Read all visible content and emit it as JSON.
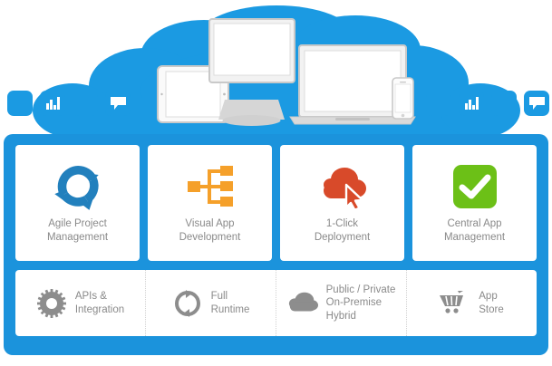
{
  "palette": {
    "panel_blue": "#1b93dc",
    "chip_blue": "#1b9ae2",
    "cloud_blue": "#1b9ae2",
    "device_gray": "#c9c9c9",
    "agile_blue": "#2280bd",
    "tree_orange": "#f5a02a",
    "cloud_red": "#d84a2a",
    "check_green": "#6cc017",
    "label_gray": "#8a8a8a",
    "secondary_icon_gray": "#8d8d8d"
  },
  "hero": {
    "cloud_icon": "cloud-shape",
    "devices": [
      {
        "name": "tablet-device"
      },
      {
        "name": "desktop-monitor-device"
      },
      {
        "name": "laptop-device"
      },
      {
        "name": "smartphone-device"
      }
    ],
    "chips_left": [
      {
        "icon": "blank-app-icon"
      },
      {
        "icon": "bar-chart-icon"
      },
      {
        "icon": "blank-app-icon"
      },
      {
        "icon": "speech-bubble-icon"
      }
    ],
    "chips_right": [
      {
        "icon": "blank-app-icon"
      },
      {
        "icon": "bar-chart-icon"
      },
      {
        "icon": "blank-app-icon"
      },
      {
        "icon": "speech-bubble-icon"
      }
    ]
  },
  "features": [
    {
      "id": "agile-project-management",
      "label": "Agile Project\nManagement",
      "icon": "cycle-arrows-icon"
    },
    {
      "id": "visual-app-development",
      "label": "Visual App\nDevelopment",
      "icon": "hierarchy-tree-icon"
    },
    {
      "id": "one-click-deployment",
      "label": "1-Click\nDeployment",
      "icon": "cloud-cursor-icon"
    },
    {
      "id": "central-app-management",
      "label": "Central App\nManagement",
      "icon": "green-check-badge-icon"
    }
  ],
  "secondary": [
    {
      "id": "apis-integration",
      "label": "APIs &\nIntegration",
      "icon": "gear-icon"
    },
    {
      "id": "full-runtime",
      "label": "Full\nRuntime",
      "icon": "refresh-circle-icon"
    },
    {
      "id": "deployment-options",
      "label": "Public / Private\nOn-Premise\nHybrid",
      "icon": "cloud-icon"
    },
    {
      "id": "app-store",
      "label": "App\nStore",
      "icon": "shopping-cart-icon"
    }
  ]
}
